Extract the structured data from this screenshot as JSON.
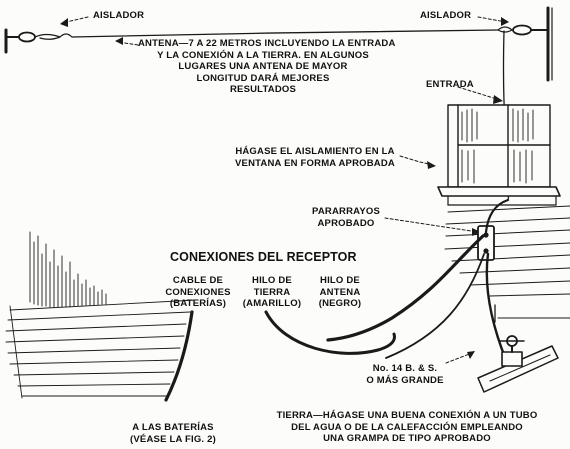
{
  "labels": {
    "aislador_left": "AISLADOR",
    "aislador_right": "AISLADOR",
    "antena_note": [
      "ANTENA—7 A 22 METROS INCLUYENDO LA ENTRADA",
      "Y LA CONEXIÓN A LA TIERRA. EN ALGUNOS",
      "LUGARES UNA ANTENA DE MAYOR",
      "LONGITUD DARÁ MEJORES",
      "RESULTADOS"
    ],
    "entrada": "ENTRADA",
    "aislamiento_note": [
      "HÁGASE EL AISLAMIENTO EN LA",
      "VENTANA EN FORMA APROBADA"
    ],
    "pararrayos": [
      "PARARRAYOS",
      "APROBADO"
    ],
    "conexiones_heading": "CONEXIONES DEL RECEPTOR",
    "cable_conexiones": [
      "CABLE DE",
      "CONEXIONES",
      "(BATERÍAS)"
    ],
    "hilo_tierra": [
      "HILO DE",
      "TIERRA",
      "(AMARILLO)"
    ],
    "hilo_antena": [
      "HILO DE",
      "ANTENA",
      "(NEGRO)"
    ],
    "no14": [
      "No. 14 B. & S.",
      "O MÁS GRANDE"
    ],
    "baterias_note": [
      "A LAS BATERÍAS",
      "(VÉASE LA FIG. 2)"
    ],
    "tierra_note": [
      "TIERRA—HÁGASE UNA BUENA CONEXIÓN A UN TUBO",
      "DEL AGUA O DE LA CALEFACCIÓN EMPLEANDO",
      "UNA GRAMPA DE TIPO APROBADO"
    ]
  },
  "colors": {
    "ink": "#1a1a1a",
    "paper": "#fcfcfa"
  }
}
